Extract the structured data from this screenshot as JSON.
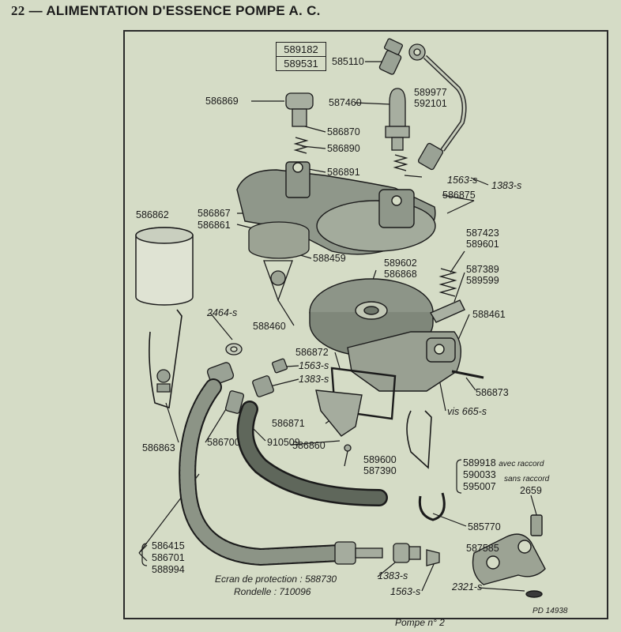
{
  "header": {
    "page_number": "22",
    "title": "— ALIMENTATION D'ESSENCE POMPE A. C."
  },
  "boxed_numbers": [
    "589182",
    "589531"
  ],
  "labels": {
    "p585110": "585110",
    "p589977": "589977",
    "p592101": "592101",
    "p586869": "586869",
    "p587460": "587460",
    "p586870": "586870",
    "p586890": "586890",
    "p586891": "586891",
    "p1563s_a": "1563-s",
    "p1383s_a": "1383-s",
    "p586875": "586875",
    "p586862": "586862",
    "p586867": "586867",
    "p586861": "586861",
    "p588459": "588459",
    "p587423": "587423",
    "p589601": "589601",
    "p589602": "589602",
    "p586868": "586868",
    "p587389": "587389",
    "p589599": "589599",
    "p588460": "588460",
    "p588461": "588461",
    "p2464s": "2464-s",
    "p586872": "586872",
    "p1563s_b": "1563-s",
    "p1383s_b": "1383-s",
    "p586873": "586873",
    "p586871": "586871",
    "p910509": "910509",
    "p586700": "586700",
    "p586863": "586863",
    "pvis665s": "vis 665-s",
    "p586860": "586860",
    "p589600": "589600",
    "p587390": "587390",
    "p589918": "589918",
    "avec_raccord": "avec raccord",
    "p590033": "590033",
    "p595007": "595007",
    "sans_raccord": "sans raccord",
    "p2659": "2659",
    "p585770": "585770",
    "p586415": "586415",
    "p586701": "586701",
    "p588994": "588994",
    "p587585": "587585",
    "p1383s_c": "1383-s",
    "p1563s_c": "1563-s",
    "p2321s": "2321-s"
  },
  "captions": {
    "ecran": "Ecran de protection : 588730",
    "rondelle": "Rondelle : 710096",
    "pompe": "Pompe n° 2",
    "ref": "PD 14938"
  },
  "colors": {
    "paper": "#d5dcc6",
    "ink": "#1b1b1b",
    "metal": "#8f978a"
  }
}
